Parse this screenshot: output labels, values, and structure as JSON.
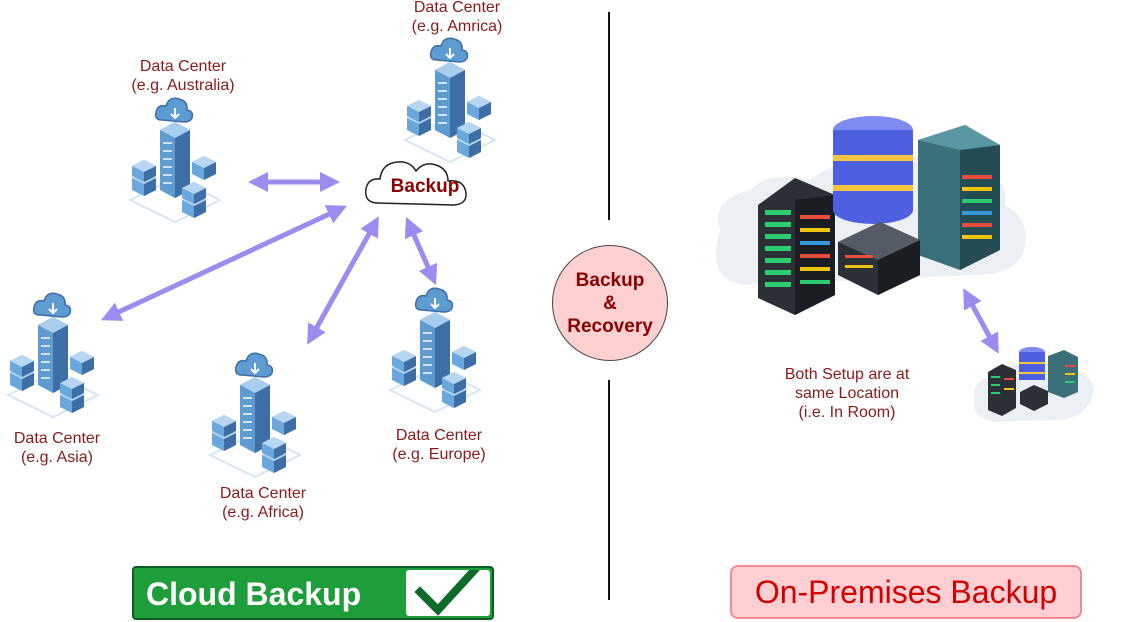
{
  "cloud": {
    "backup_label": "Backup",
    "data_centers": [
      {
        "name": "Data Center",
        "region": "(e.g. Amrica)"
      },
      {
        "name": "Data Center",
        "region": "(e.g. Australia)"
      },
      {
        "name": "Data Center",
        "region": "(e.g. Asia)"
      },
      {
        "name": "Data Center",
        "region": "(e.g. Africa)"
      },
      {
        "name": "Data Center",
        "region": "(e.g. Europe)"
      }
    ],
    "badge_label": "Cloud Backup"
  },
  "center": {
    "line1": "Backup",
    "line2": "&",
    "line3": "Recovery"
  },
  "onprem": {
    "note": [
      "Both Setup are at",
      "same Location",
      "(i.e. In Room)"
    ],
    "badge_label": "On-Premises Backup"
  },
  "colors": {
    "label_text": "#8b1a1a",
    "arrow": "#9b8cf0",
    "cloud_badge_bg": "#1e9e3a",
    "onprem_badge_bg": "#ffcfd3",
    "onprem_badge_text": "#d40000",
    "center_circle_bg": "#ffd0d0"
  }
}
